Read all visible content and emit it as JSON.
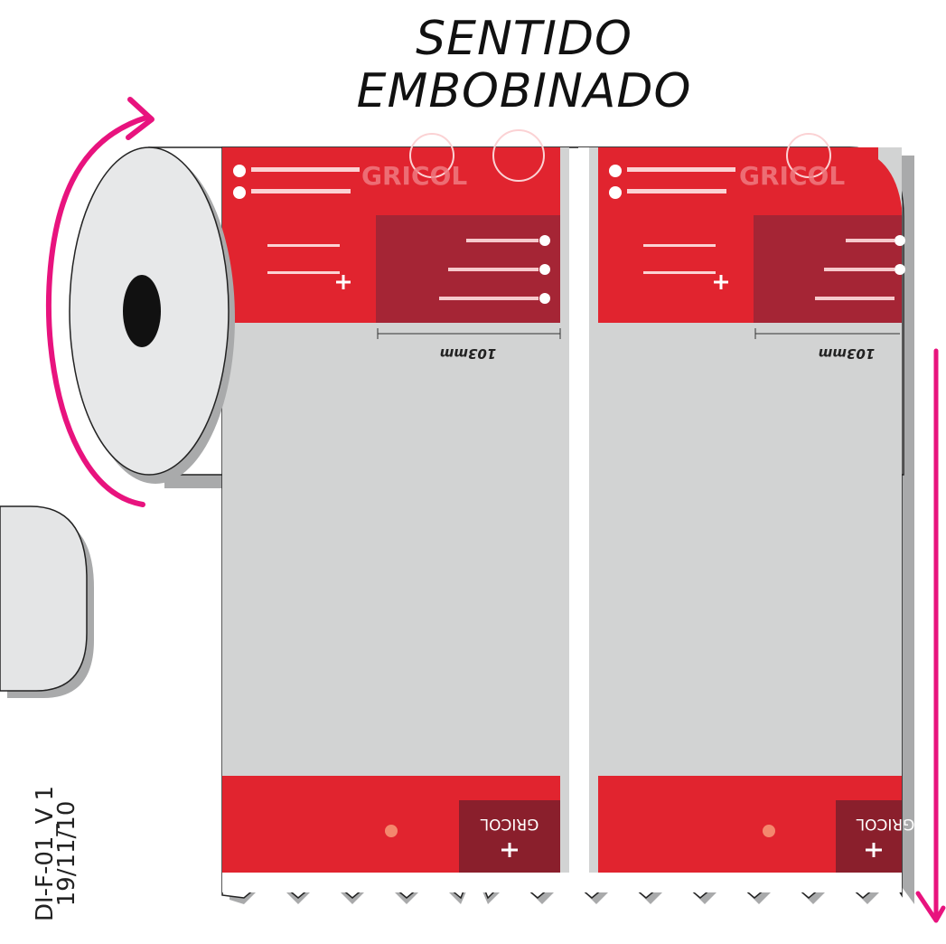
{
  "title": {
    "line1": "SENTIDO",
    "line2": "EMBOBINADO"
  },
  "doc_code": {
    "line1": "DI-F-01_V 1",
    "line2": "19/11/10"
  },
  "labels": [
    {
      "brand_upper": "GRICOL",
      "dimension": "103mm",
      "brand_lower": "GRICOL"
    },
    {
      "brand_upper": "GRICOL",
      "dimension": "103mm",
      "brand_lower": "GRICOL"
    }
  ],
  "colors": {
    "label_red": "#e1242f",
    "label_dark_red": "#a52535",
    "lower_dark_red": "#8a1f2c",
    "liner_gray": "#d2d3d3",
    "core_gray": "#e7e8e9",
    "arrow_magenta": "#e8137e",
    "shadow": "#a9aaab"
  },
  "icons": {
    "rotation_arrow": "curved-arrow-icon",
    "direction_arrow": "down-arrow-icon"
  }
}
